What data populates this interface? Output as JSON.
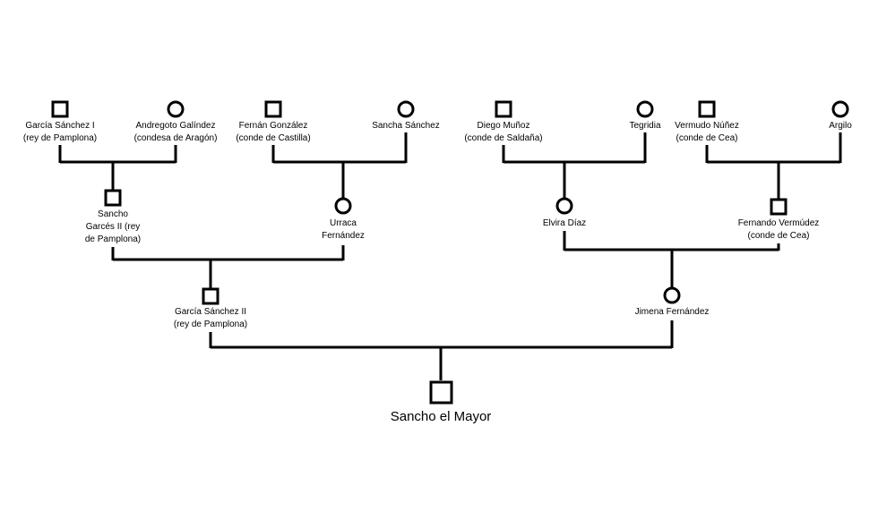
{
  "persons": {
    "garcia_sanchez_i": {
      "name": "García Sánchez I",
      "title": "(rey de Pamplona)",
      "sex": "male"
    },
    "andregoto": {
      "name": "Andregoto Galíndez",
      "title": "(condesa de Aragón)",
      "sex": "female"
    },
    "fernan_gonzalez": {
      "name": "Fernán González",
      "title": "(conde de Castilla)",
      "sex": "male"
    },
    "sancha_sanchez": {
      "name": "Sancha Sánchez",
      "title": "",
      "sex": "female"
    },
    "diego_munoz": {
      "name": "Diego Muñoz",
      "title": "(conde de Saldaña)",
      "sex": "male"
    },
    "tegridia": {
      "name": "Tegridia",
      "title": "",
      "sex": "female"
    },
    "vermudo_nunez": {
      "name": "Vermudo Núñez",
      "title": "(conde de Cea)",
      "sex": "male"
    },
    "argilo": {
      "name": "Argilo",
      "title": "",
      "sex": "female"
    },
    "sancho_garces_ii": {
      "name_lines": [
        "Sancho",
        "Garcés II (rey",
        "de Pamplona)"
      ],
      "sex": "male"
    },
    "urraca": {
      "name_lines": [
        "Urraca",
        "Fernández"
      ],
      "sex": "female"
    },
    "elvira_diaz": {
      "name": "Elvira Díaz",
      "title": "",
      "sex": "female"
    },
    "fernando_vermudez": {
      "name": "Fernando Vermúdez",
      "title": "(conde de Cea)",
      "sex": "male"
    },
    "garcia_sanchez_ii": {
      "name": "García Sánchez II",
      "title": "(rey de Pamplona)",
      "sex": "male"
    },
    "jimena_fernandez": {
      "name": "Jimena Fernández",
      "title": "",
      "sex": "female"
    },
    "sancho_el_mayor": {
      "name": "Sancho el Mayor",
      "sex": "male"
    }
  }
}
